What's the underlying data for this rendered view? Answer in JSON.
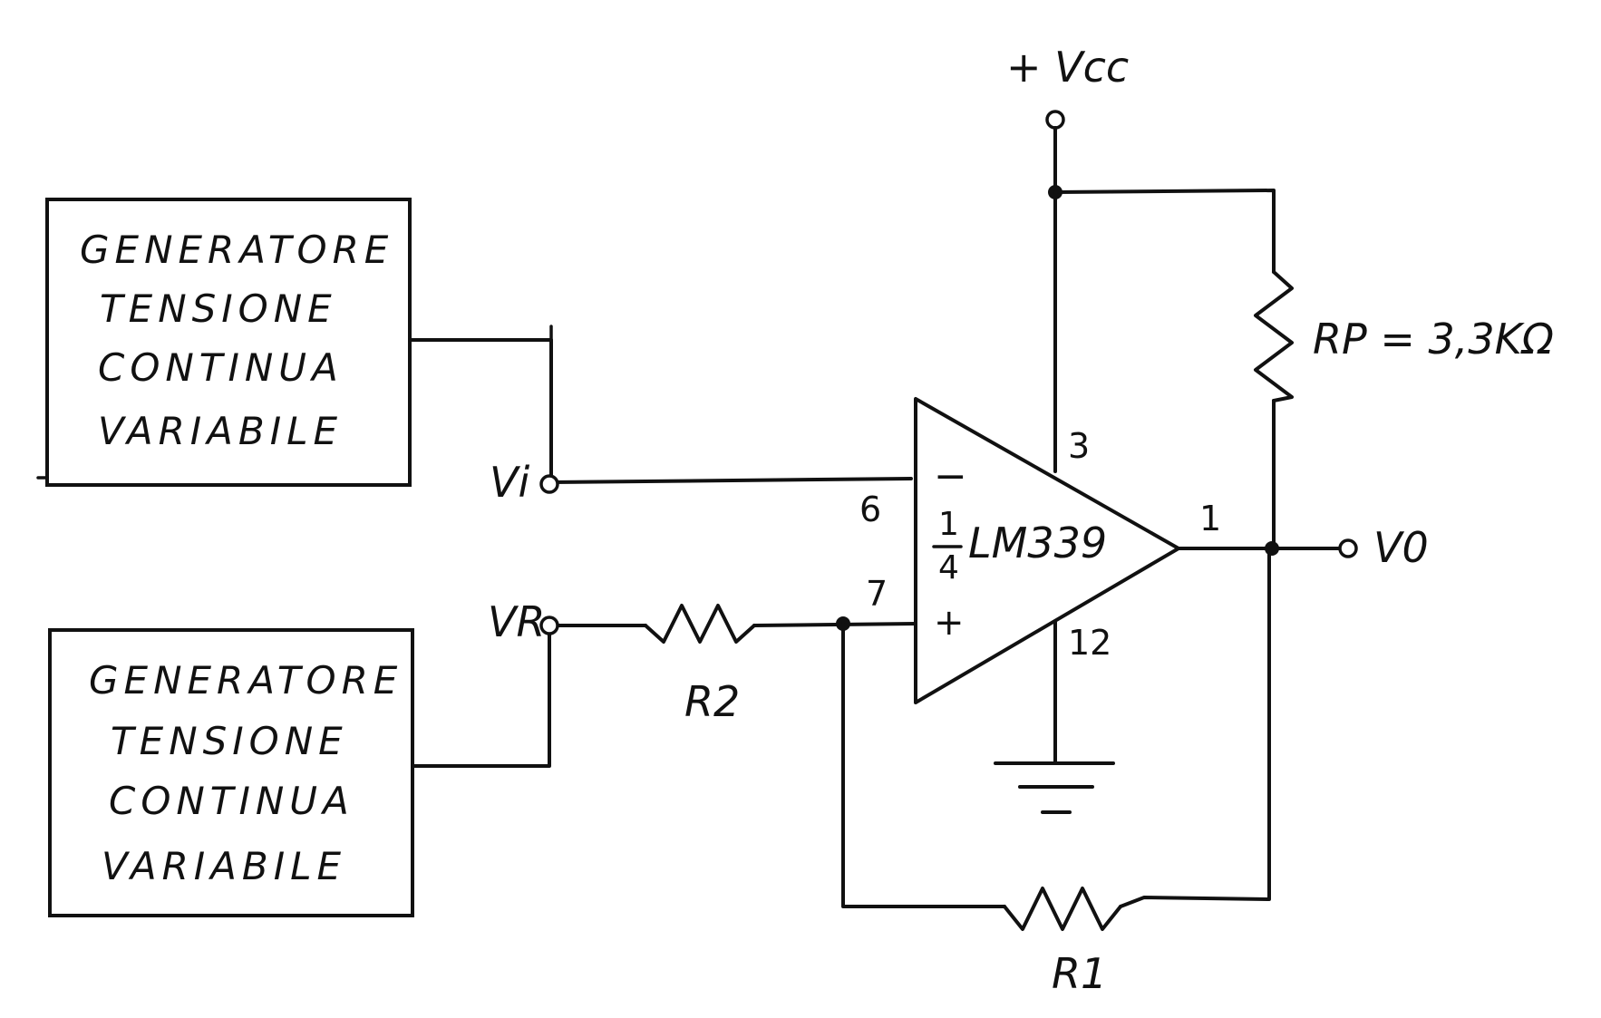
{
  "generator_top": {
    "lines": [
      "GENERATORE",
      "TENSIONE",
      "CONTINUA",
      "VARIABILE"
    ]
  },
  "generator_bottom": {
    "lines": [
      "GENERATORE",
      "TENSIONE",
      "CONTINUA",
      "VARIABILE"
    ]
  },
  "supply": {
    "label": "+ Vcc"
  },
  "input_terminal": {
    "label": "Vi"
  },
  "reference_terminal": {
    "label": "VR"
  },
  "output_terminal": {
    "label": "V0"
  },
  "comparator": {
    "fraction_num": "1",
    "fraction_den": "4",
    "part": "LM339",
    "minus_sign": "−",
    "plus_sign": "+",
    "pins": {
      "inverting": "6",
      "non_inverting": "7",
      "supply": "3",
      "ground": "12",
      "output": "1"
    }
  },
  "resistors": {
    "pullup": "RP = 3,3KΩ",
    "r2": "R2",
    "r1": "R1"
  }
}
